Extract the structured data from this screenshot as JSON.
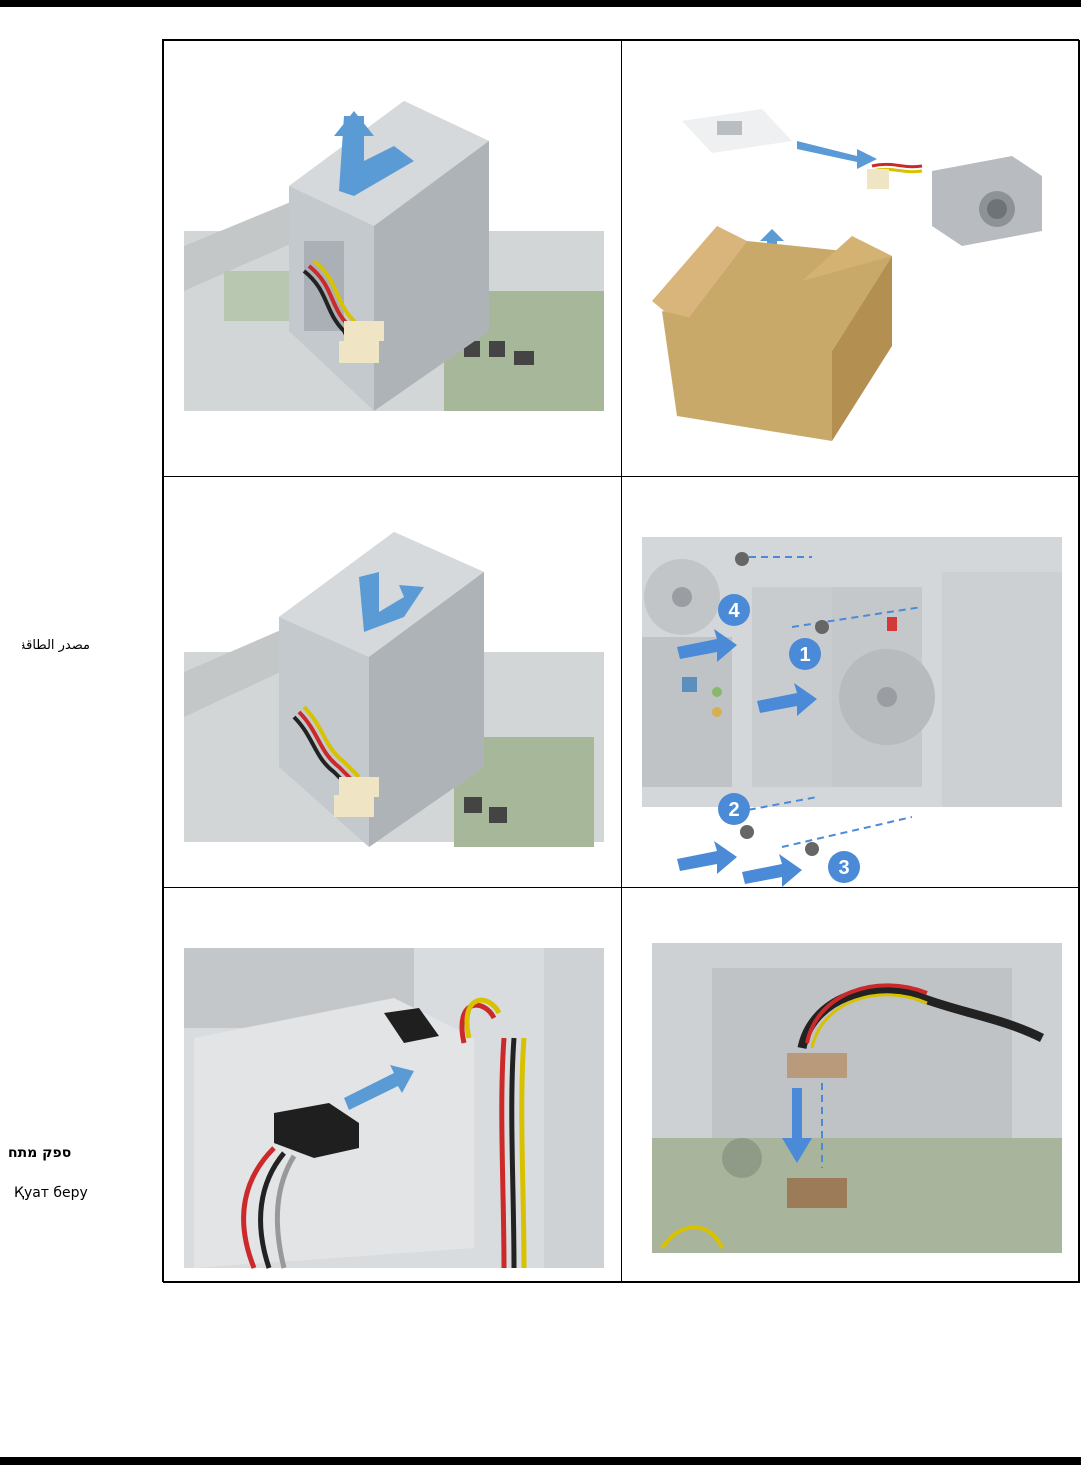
{
  "side_labels": {
    "arabic": "مصدر الطاقة",
    "hebrew": "ספק מתח",
    "kazakh": "Қуат беру"
  },
  "figure_grid": {
    "rows": 3,
    "columns": 2,
    "panels": [
      {
        "id": "lift-psu-out",
        "icon": "psu-removal-illustration"
      },
      {
        "id": "unpack-new-psu",
        "icon": "box-unpacking-illustration"
      },
      {
        "id": "slide-psu-in",
        "icon": "psu-installation-illustration"
      },
      {
        "id": "install-screws",
        "icon": "rear-screws-illustration",
        "callouts": [
          "1",
          "2",
          "3",
          "4"
        ]
      },
      {
        "id": "connect-sata-power",
        "icon": "sata-power-illustration"
      },
      {
        "id": "connect-motherboard-power",
        "icon": "motherboard-connector-illustration"
      }
    ]
  },
  "colors": {
    "arrow_blue": "#5b9bd5",
    "callout_blue": "#4a8ad6",
    "cardboard": "#c9a96a",
    "psu_grey": "#b8bcc0"
  }
}
